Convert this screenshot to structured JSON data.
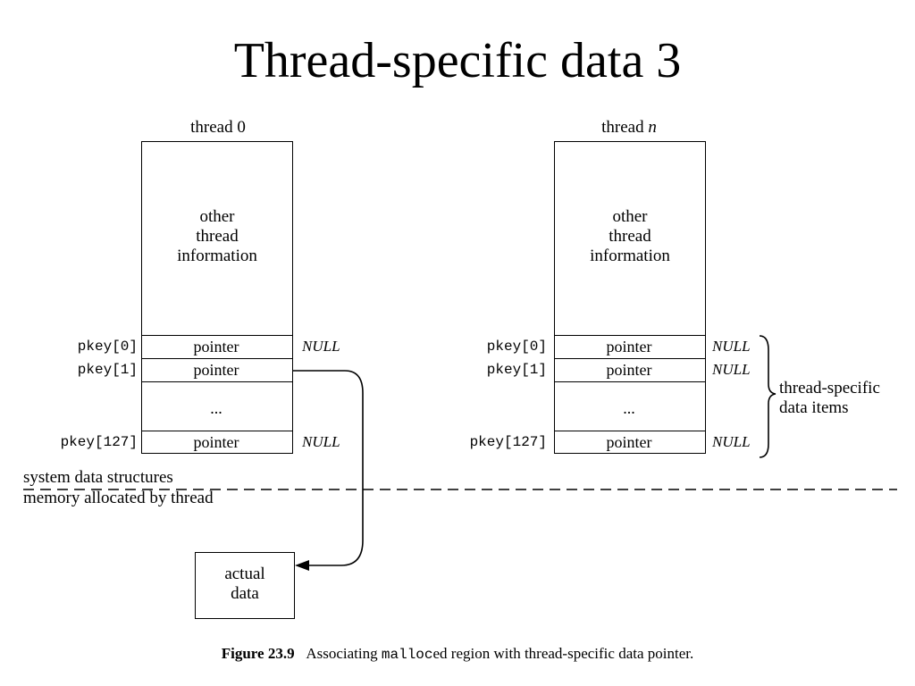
{
  "slide": {
    "title": "Thread-specific data 3"
  },
  "threads": [
    {
      "label_prefix": "thread ",
      "label_index": "0",
      "info_lines": [
        "other",
        "thread",
        "information"
      ],
      "keys": [
        "pkey[0]",
        "pkey[1]",
        "pkey[127]"
      ],
      "cells": [
        "pointer",
        "pointer",
        "...",
        "pointer"
      ],
      "nulls": [
        "NULL",
        "",
        "NULL"
      ]
    },
    {
      "label_prefix": "thread ",
      "label_index": "n",
      "info_lines": [
        "other",
        "thread",
        "information"
      ],
      "keys": [
        "pkey[0]",
        "pkey[1]",
        "pkey[127]"
      ],
      "cells": [
        "pointer",
        "pointer",
        "...",
        "pointer"
      ],
      "nulls": [
        "NULL",
        "NULL",
        "NULL"
      ]
    }
  ],
  "brace_label": [
    "thread-specific",
    "data items"
  ],
  "separator": {
    "above": "system data structures",
    "below": "memory allocated by thread"
  },
  "allocated_box": {
    "lines": [
      "actual",
      "data"
    ]
  },
  "caption": {
    "figure": "Figure 23.9",
    "text_before": "Associating ",
    "code": "malloc",
    "text_after": "ed region with thread-specific data pointer."
  }
}
